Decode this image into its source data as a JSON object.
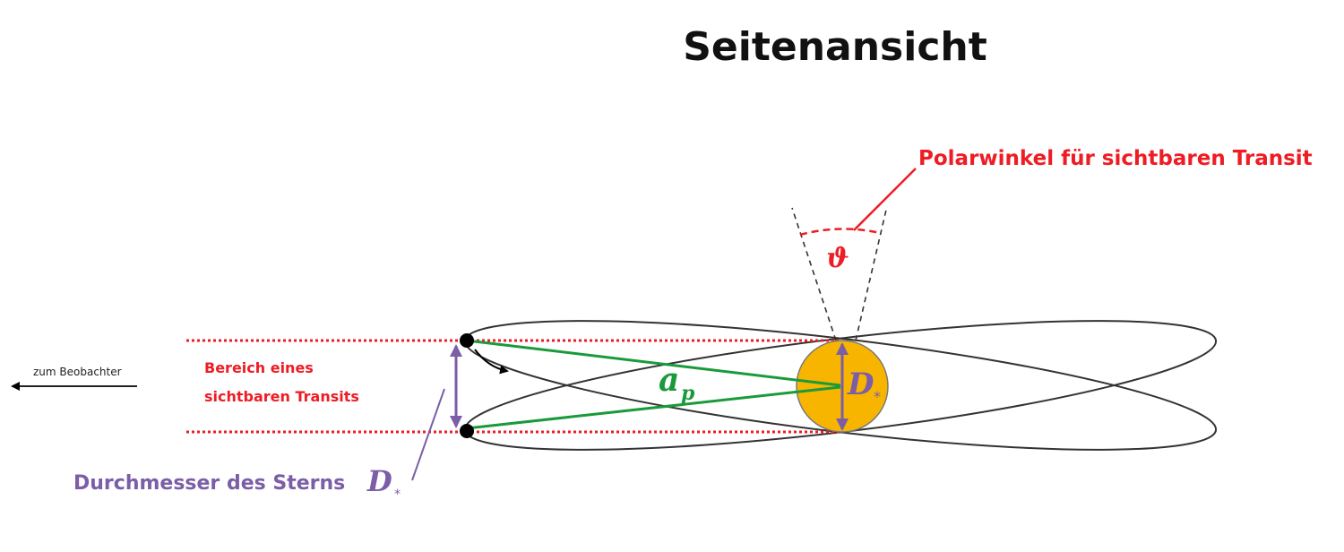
{
  "title": "Seitenansicht",
  "labels": {
    "polar_angle": "Polarwinkel für sichtbaren Transit",
    "theta": "ϑ",
    "observer": "zum  Beobachter",
    "region_line1": "Bereich eines",
    "region_line2": "sichtbaren  Transits",
    "diameter": "Durchmesser des Sterns",
    "diameter_symbol": "D",
    "star_symbol": "D",
    "subscript_star": "*",
    "semi_major_symbol": "a",
    "semi_major_sub": "p"
  },
  "colors": {
    "red": "#ee1c24",
    "green": "#1a9a3a",
    "purple": "#7b5ea7",
    "star": "#f7b500"
  }
}
